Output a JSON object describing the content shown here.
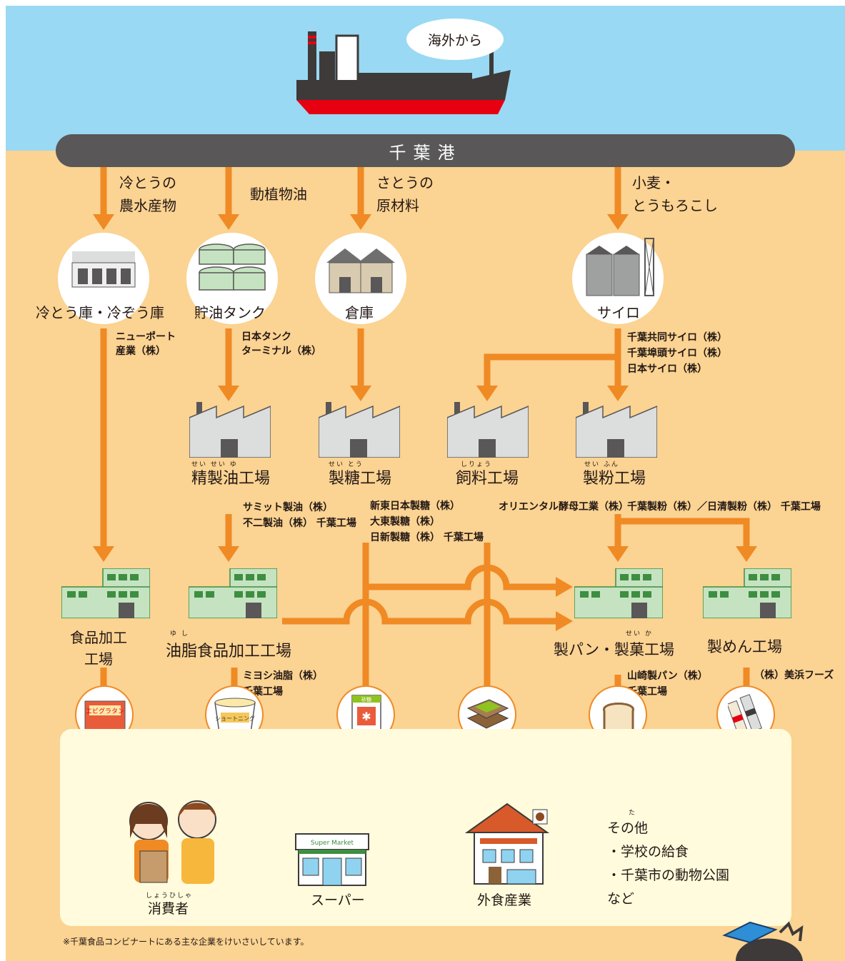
{
  "colors": {
    "sky": "#9ad9f3",
    "land": "#fbd392",
    "arrow": "#f08a24",
    "port": "#595757",
    "factory_green": "#c5e3c1",
    "factory_gray": "#dcdddd"
  },
  "header": {
    "bubble": "海外から",
    "port": "千葉港"
  },
  "imports": [
    {
      "line1": "冷とうの",
      "line2": "農水産物"
    },
    {
      "line1": "動植物油",
      "line2": ""
    },
    {
      "line1": "さとうの",
      "line2": "原材料"
    },
    {
      "line1": "小麦・",
      "line2": "とうもろこし"
    }
  ],
  "storage": [
    {
      "name": "冷とう庫・冷ぞう庫",
      "icon": "cold-storage-icon",
      "company": [
        "ニューポート",
        "産業（株）"
      ]
    },
    {
      "name": "貯油タンク",
      "icon": "oil-tank-icon",
      "company": [
        "日本タンク",
        "ターミナル（株）"
      ]
    },
    {
      "name": "倉庫",
      "icon": "warehouse-icon",
      "company": []
    },
    {
      "name": "サイロ",
      "icon": "silo-icon",
      "company": [
        "千葉共同サイロ（株）",
        "千葉埠頭サイロ（株）",
        "日本サイロ（株）"
      ]
    }
  ],
  "factories": [
    {
      "name": "精製油工場",
      "ruby": "せい せい ゆ",
      "company": [
        "サミット製油（株）",
        "不二製油（株） 千葉工場"
      ]
    },
    {
      "name": "製糖工場",
      "ruby": "せい とう",
      "company": [
        "新東日本製糖（株）",
        "大東製糖（株）",
        "日新製糖（株） 千葉工場"
      ]
    },
    {
      "name": "飼料工場",
      "ruby": "しりょう",
      "company": [
        "オリエンタル酵母工業（株）"
      ]
    },
    {
      "name": "製粉工場",
      "ruby": "せい ふん",
      "company": [
        "千葉製粉（株）／日清製粉（株） 千葉工場"
      ]
    }
  ],
  "processing": [
    {
      "name1": "食品加工",
      "name2": "工場",
      "ruby": "",
      "company": []
    },
    {
      "name1": "油脂食品加工工場",
      "name2": "",
      "ruby": "ゆ し",
      "company": [
        "ミヨシ油脂（株）",
        "千葉工場"
      ]
    },
    {
      "name1": "製パン・製菓工場",
      "name2": "",
      "ruby": "せい か",
      "company": [
        "山崎製パン（株）",
        "千葉工場"
      ]
    },
    {
      "name1": "製めん工場",
      "name2": "",
      "ruby": "",
      "company": [
        "（株）美浜フーズ"
      ]
    }
  ],
  "products": [
    {
      "icon": "frozen-gratin-icon",
      "text": "エビグラタン"
    },
    {
      "icon": "shortening-tub-icon",
      "text": "ショートニング"
    },
    {
      "icon": "sugar-bag-icon",
      "text": "砂糖"
    },
    {
      "icon": "feed-sack-icon",
      "text": ""
    },
    {
      "icon": "bread-icon",
      "text": ""
    },
    {
      "icon": "noodles-icon",
      "text": ""
    }
  ],
  "destinations": [
    {
      "name": "消費者",
      "ruby": "しょうひしゃ",
      "icon": "consumers-icon"
    },
    {
      "name": "スーパー",
      "ruby": "",
      "icon": "supermarket-icon",
      "sign": "Super Market"
    },
    {
      "name": "外食産業",
      "ruby": "",
      "icon": "restaurant-icon"
    }
  ],
  "other": {
    "title": "その他",
    "ruby": "た",
    "items": [
      "・学校の給食",
      "・千葉市の動物公園",
      "など"
    ]
  },
  "note": "※千葉食品コンビナートにある主な企業をけいさいしています。"
}
